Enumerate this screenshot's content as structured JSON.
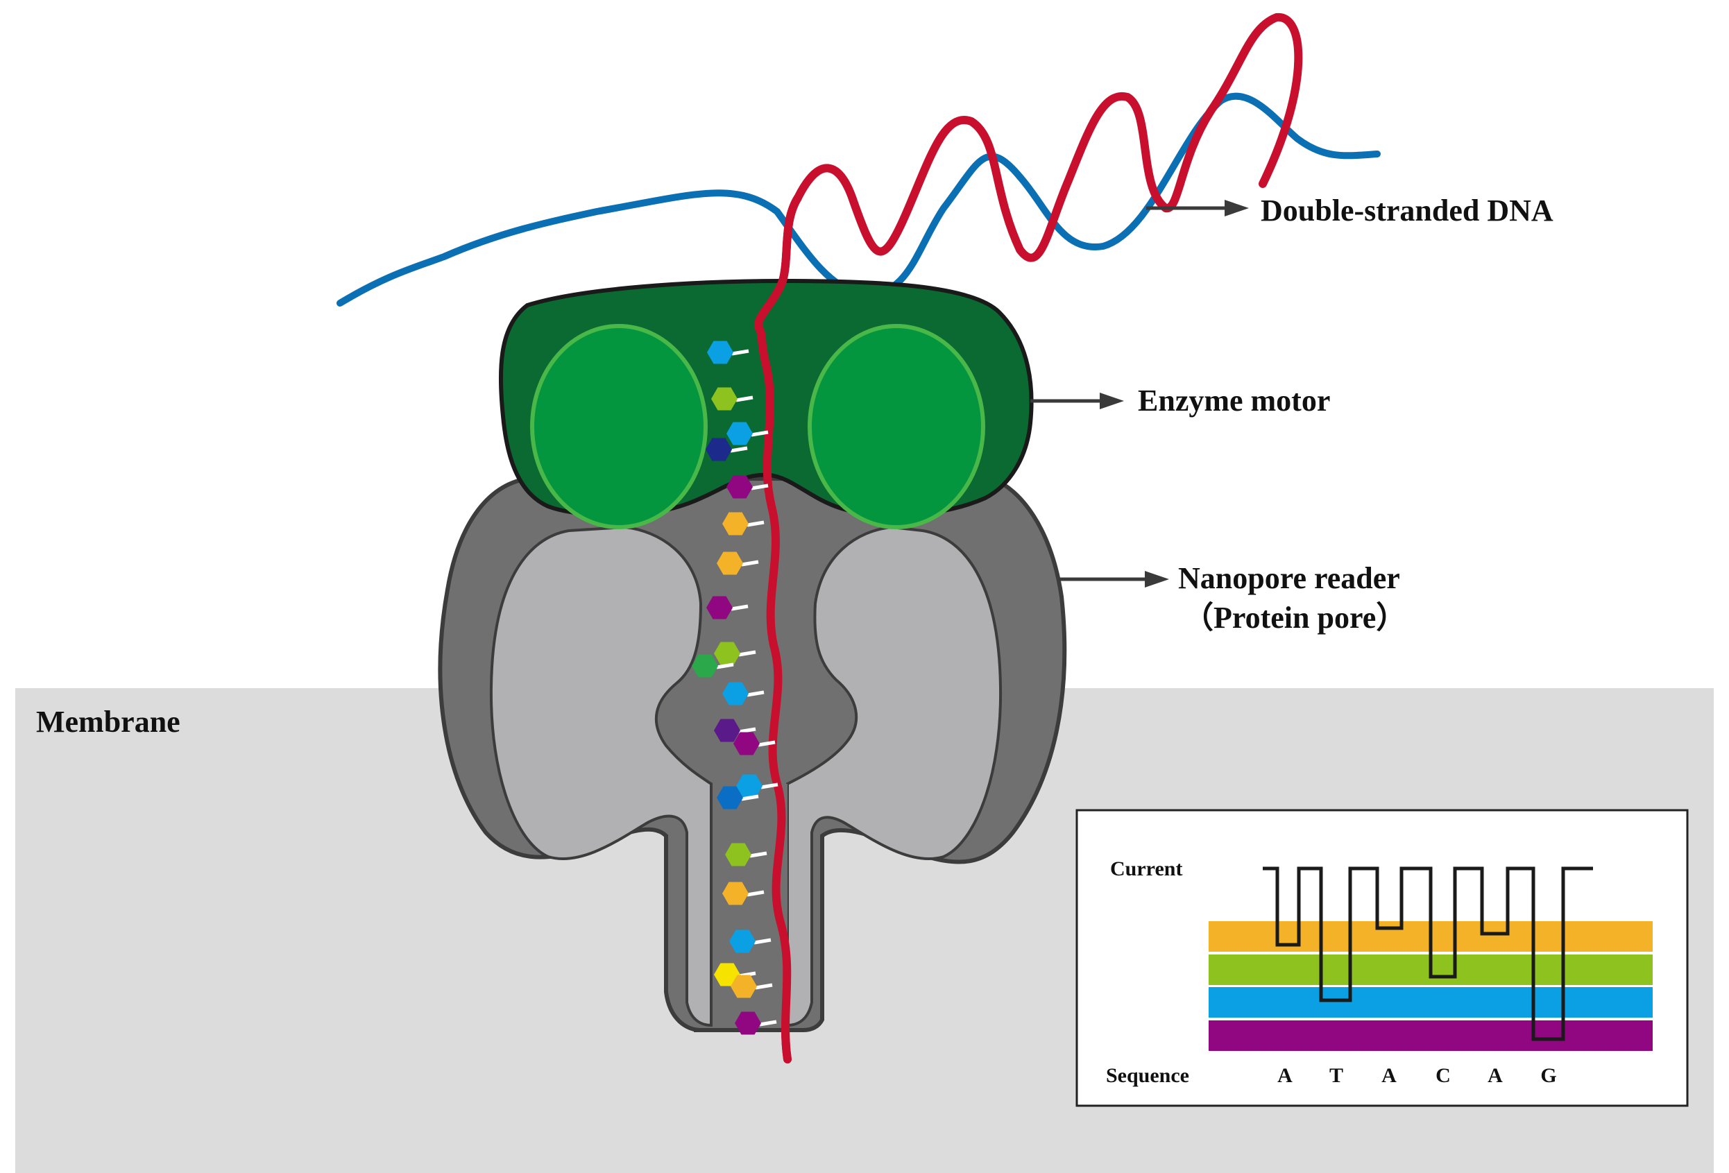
{
  "labels": {
    "dna": "Double-stranded DNA",
    "enzyme": "Enzyme motor",
    "nanopore_line1": "Nanopore reader",
    "nanopore_line2": "（Protein pore）",
    "membrane": "Membrane"
  },
  "inset": {
    "current_label": "Current",
    "sequence_label": "Sequence",
    "sequence": [
      "A",
      "T",
      "A",
      "C",
      "A",
      "G"
    ],
    "band_order": [
      "A",
      "C",
      "T",
      "G"
    ]
  },
  "colors": {
    "dna_strand_1": "#0b6fb4",
    "dna_strand_2": "#c8102e",
    "enzyme_body": "#0a6a32",
    "enzyme_lobe": "#03963f",
    "pore_outer": "#707070",
    "pore_inner": "#b1b1b3",
    "membrane": "#dcdcdc",
    "band_A": "#f4b228",
    "band_C": "#8dc21f",
    "band_T": "#0b9fe3",
    "band_G": "#910782"
  },
  "bases": [
    {
      "color": "#0b9fe3",
      "icon": "hexagon-base-icon"
    },
    {
      "color": "#8dc21f",
      "icon": "hexagon-base-icon"
    },
    {
      "color": "#0b9fe3",
      "icon": "hexagon-base-icon"
    },
    {
      "color": "#1c2a8c",
      "icon": "hexagon-base-icon"
    },
    {
      "color": "#910782",
      "icon": "hexagon-base-icon"
    },
    {
      "color": "#f4b228",
      "icon": "hexagon-base-icon"
    },
    {
      "color": "#f4b228",
      "icon": "hexagon-base-icon"
    },
    {
      "color": "#910782",
      "icon": "hexagon-base-icon"
    },
    {
      "color": "#8dc21f",
      "icon": "hexagon-base-icon"
    },
    {
      "color": "#2aa84a",
      "icon": "hexagon-base-icon"
    },
    {
      "color": "#0b9fe3",
      "icon": "hexagon-base-icon"
    },
    {
      "color": "#5b1a8a",
      "icon": "hexagon-base-icon"
    },
    {
      "color": "#910782",
      "icon": "hexagon-base-icon"
    },
    {
      "color": "#0b9fe3",
      "icon": "hexagon-base-icon"
    },
    {
      "color": "#0a6fc4",
      "icon": "hexagon-base-icon"
    },
    {
      "color": "#8dc21f",
      "icon": "hexagon-base-icon"
    },
    {
      "color": "#f4b228",
      "icon": "hexagon-base-icon"
    },
    {
      "color": "#0b9fe3",
      "icon": "hexagon-base-icon"
    },
    {
      "color": "#f7e300",
      "icon": "hexagon-base-icon"
    },
    {
      "color": "#f4b228",
      "icon": "hexagon-base-icon"
    },
    {
      "color": "#910782",
      "icon": "hexagon-base-icon"
    }
  ]
}
